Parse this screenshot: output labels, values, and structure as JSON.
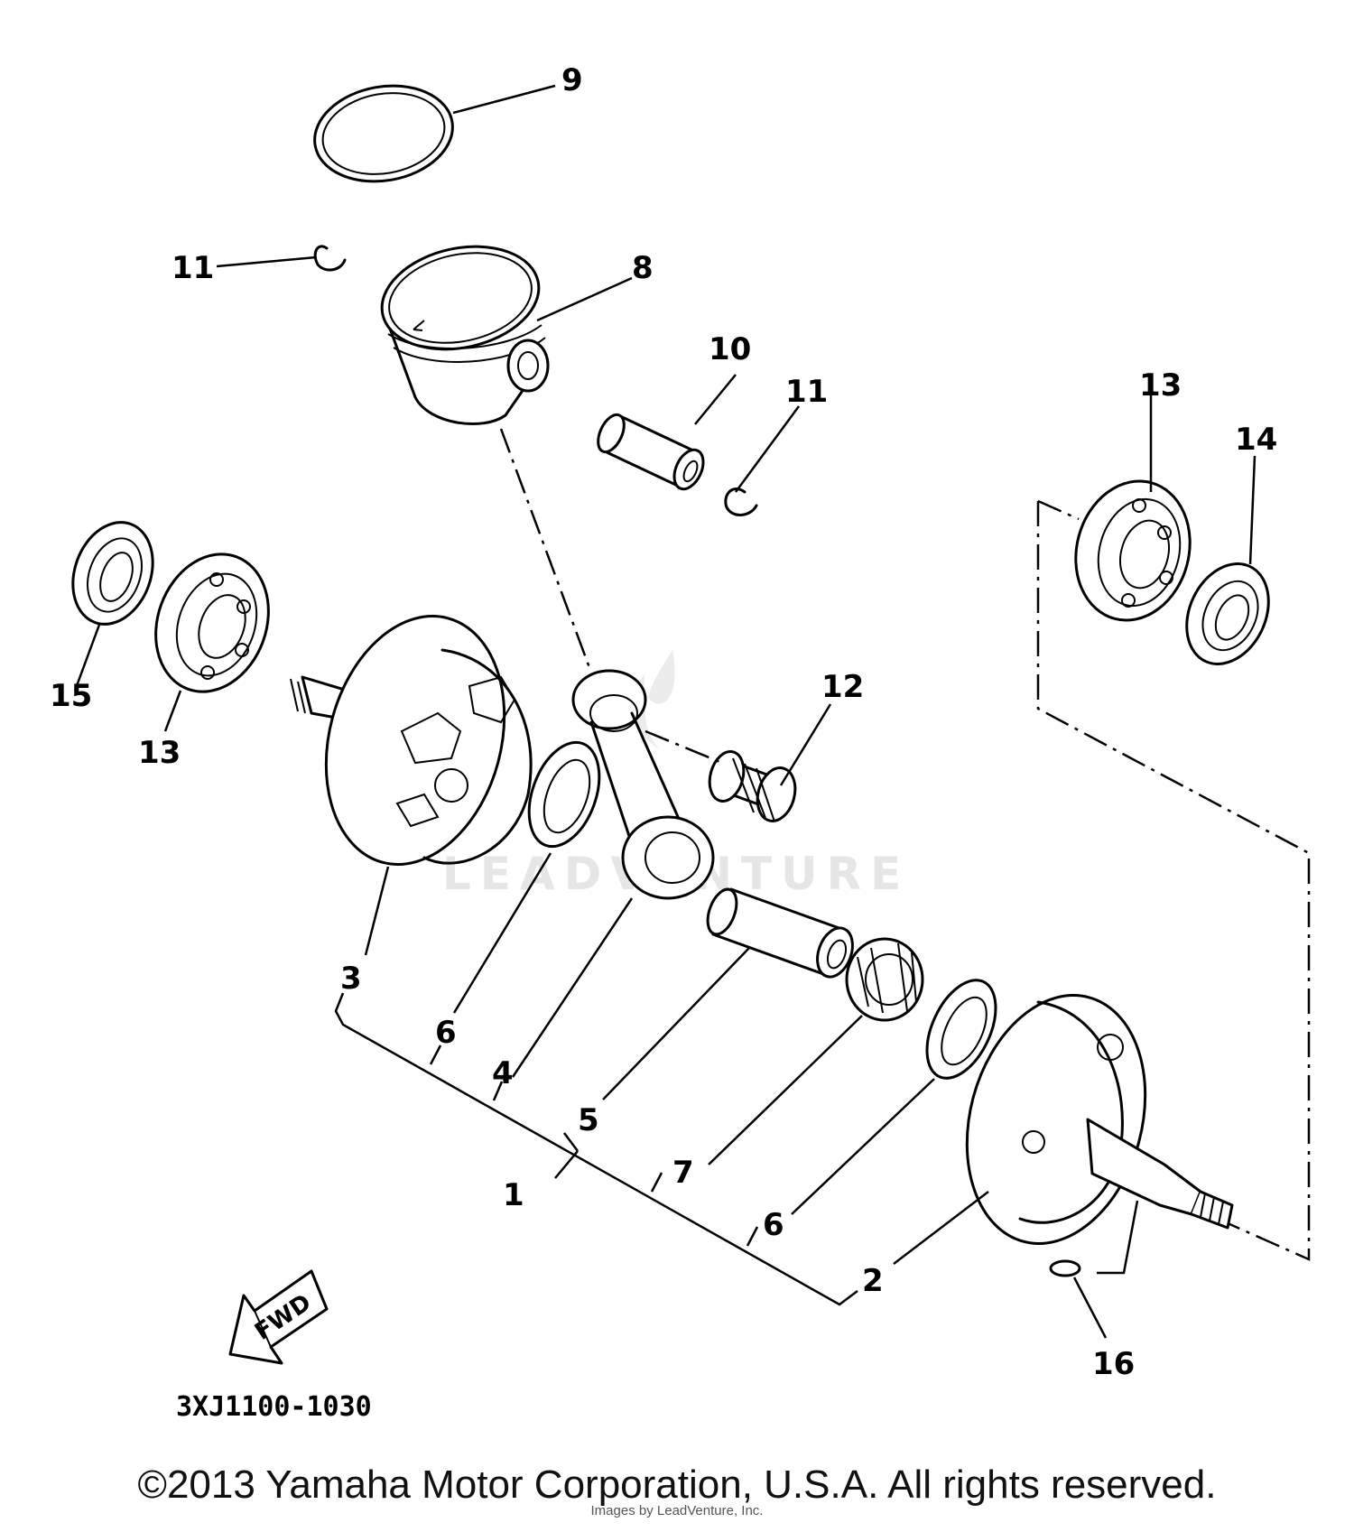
{
  "diagram": {
    "callouts": [
      {
        "id": "c9",
        "text": "9"
      },
      {
        "id": "c11a",
        "text": "11"
      },
      {
        "id": "c8",
        "text": "8"
      },
      {
        "id": "c10",
        "text": "10"
      },
      {
        "id": "c11b",
        "text": "11"
      },
      {
        "id": "c13a",
        "text": "13"
      },
      {
        "id": "c14",
        "text": "14"
      },
      {
        "id": "c15",
        "text": "15"
      },
      {
        "id": "c13b",
        "text": "13"
      },
      {
        "id": "c12",
        "text": "12"
      },
      {
        "id": "c3",
        "text": "3"
      },
      {
        "id": "c6a",
        "text": "6"
      },
      {
        "id": "c4",
        "text": "4"
      },
      {
        "id": "c5",
        "text": "5"
      },
      {
        "id": "c1",
        "text": "1"
      },
      {
        "id": "c7",
        "text": "7"
      },
      {
        "id": "c6b",
        "text": "6"
      },
      {
        "id": "c2",
        "text": "2"
      },
      {
        "id": "c16",
        "text": "16"
      }
    ],
    "fwd_label": "FWD",
    "diagram_code": "3XJ1100-1030",
    "watermark": "LEADVENTURE"
  },
  "footer": {
    "copyright": "©2013 Yamaha Motor Corporation, U.S.A. All rights reserved.",
    "courtesy": "Images by LeadVenture, Inc."
  }
}
